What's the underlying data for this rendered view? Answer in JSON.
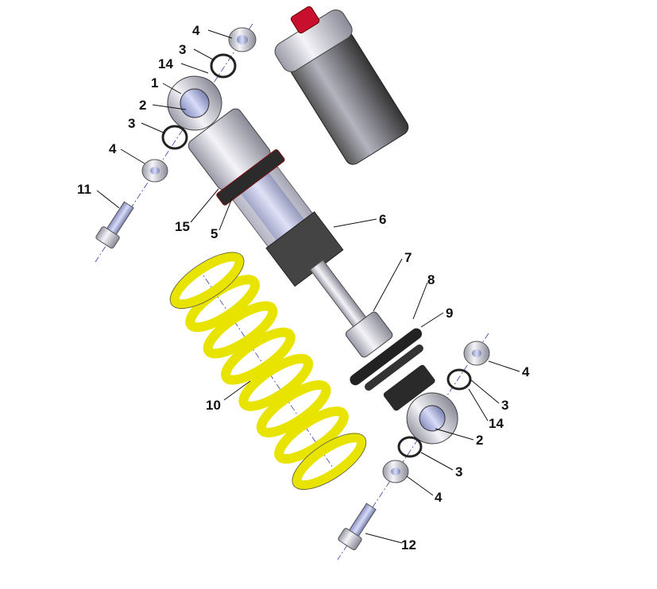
{
  "diagram": {
    "callouts": [
      {
        "id": "c1",
        "text": "4"
      },
      {
        "id": "c2",
        "text": "3"
      },
      {
        "id": "c3",
        "text": "14"
      },
      {
        "id": "c4",
        "text": "1"
      },
      {
        "id": "c5",
        "text": "2"
      },
      {
        "id": "c6",
        "text": "3"
      },
      {
        "id": "c7",
        "text": "4"
      },
      {
        "id": "c8",
        "text": "11"
      },
      {
        "id": "c9",
        "text": "15"
      },
      {
        "id": "c10",
        "text": "5"
      },
      {
        "id": "c11",
        "text": "6"
      },
      {
        "id": "c12",
        "text": "7"
      },
      {
        "id": "c13",
        "text": "8"
      },
      {
        "id": "c14",
        "text": "9"
      },
      {
        "id": "c15",
        "text": "10"
      },
      {
        "id": "c16",
        "text": "4"
      },
      {
        "id": "c17",
        "text": "3"
      },
      {
        "id": "c18",
        "text": "14"
      },
      {
        "id": "c19",
        "text": "2"
      },
      {
        "id": "c20",
        "text": "3"
      },
      {
        "id": "c21",
        "text": "4"
      },
      {
        "id": "c22",
        "text": "12"
      }
    ],
    "colors": {
      "spring": "#f2f000",
      "reservoir_cap": "#c8102e",
      "body": "#d8d8e4",
      "dark": "#2b2b2b"
    }
  }
}
